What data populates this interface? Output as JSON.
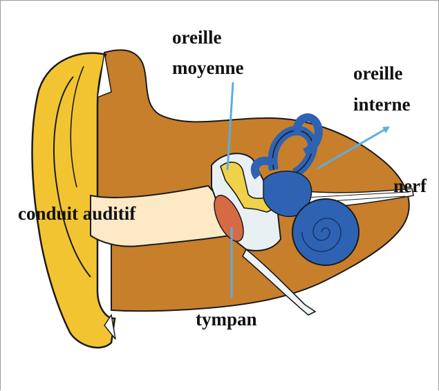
{
  "labels": {
    "middle_ear_line1": "oreille",
    "middle_ear_line2": "moyenne",
    "inner_ear_line1": "oreille",
    "inner_ear_line2": "interne",
    "nerve": "nerf",
    "ear_canal": "conduit auditif",
    "eardrum": "tympan"
  },
  "colors": {
    "outer_ear": "#f2c431",
    "tissue": "#c77f2c",
    "canal": "#fde9c6",
    "cochlea": "#2e63b3",
    "eardrum": "#d66a45",
    "ossicles": "#f0d24a",
    "pointer": "#5aaee3"
  }
}
